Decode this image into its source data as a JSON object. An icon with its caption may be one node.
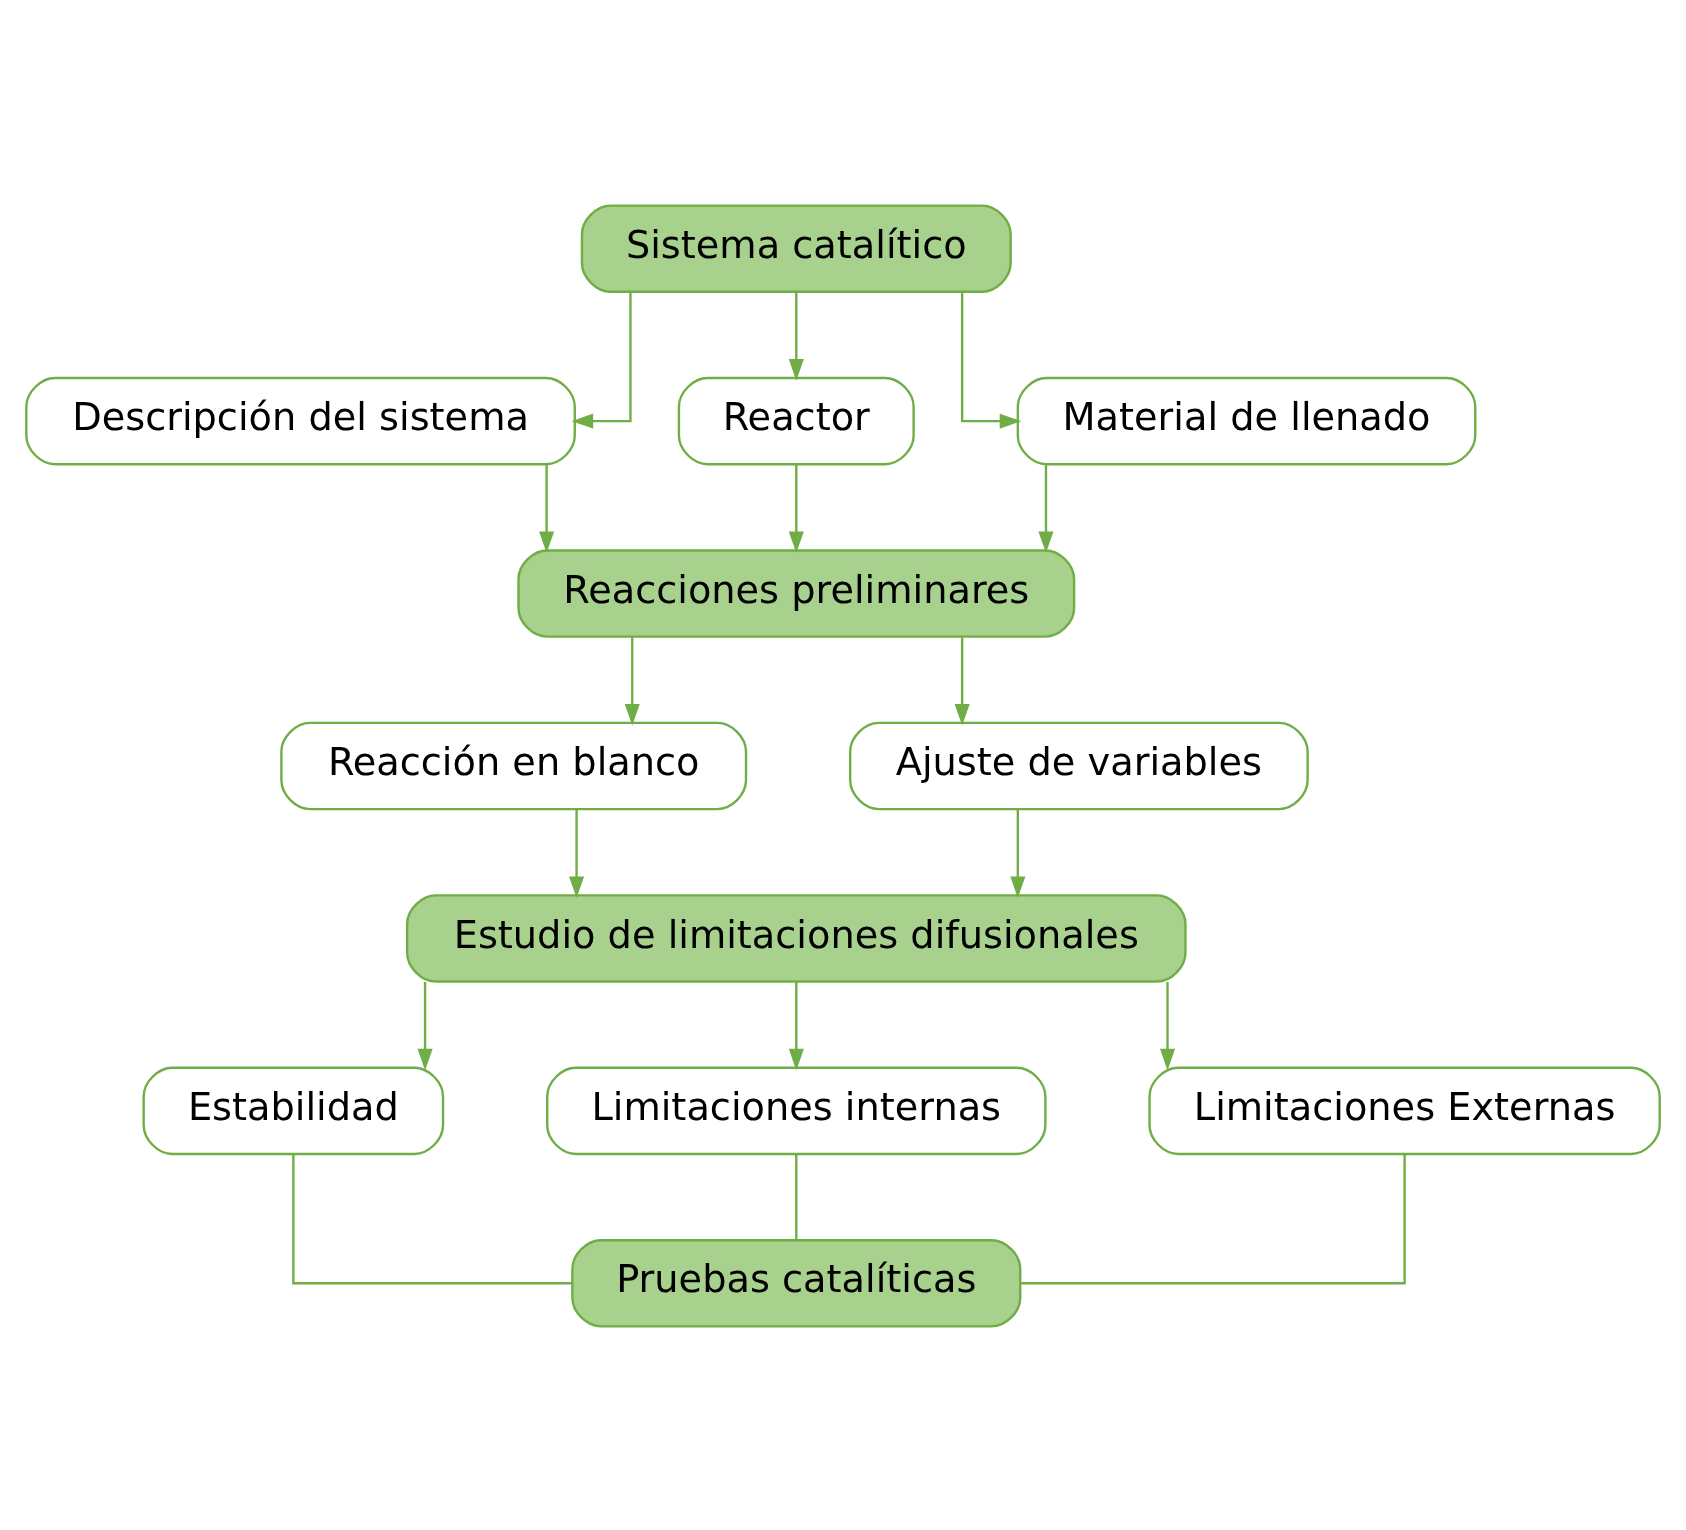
{
  "diagram": {
    "nodes": [
      {
        "text": [
          "Sistema catalítico"
        ]
      },
      {
        "text": [
          "Descripción del sistema"
        ]
      },
      {
        "text": [
          "Reactor"
        ]
      },
      {
        "text": [
          "Material de llenado"
        ]
      },
      {
        "text": [
          "Reacciones preliminares"
        ]
      },
      {
        "text": [
          "Reacción en blanco"
        ]
      },
      {
        "text": [
          "Ajuste de variables"
        ]
      },
      {
        "text": [
          "Estudio de limitaciones difusionales"
        ]
      },
      {
        "text": [
          "Estabilidad"
        ]
      },
      {
        "text": [
          "Limitaciones internas"
        ]
      },
      {
        "text": [
          "Limitaciones Externas"
        ]
      },
      {
        "text": [
          "Pruebas catalíticas"
        ]
      }
    ],
    "edges": [
      {
        "from": 0,
        "to": 1,
        "arrow": "to"
      },
      {
        "from": 0,
        "to": 2,
        "arrow": "to"
      },
      {
        "from": 0,
        "to": 3,
        "arrow": "to"
      },
      {
        "from": 1,
        "to": 4,
        "arrow": "to"
      },
      {
        "from": 2,
        "to": 4,
        "arrow": "to"
      },
      {
        "from": 3,
        "to": 4,
        "arrow": "to"
      },
      {
        "from": 4,
        "to": 5,
        "arrow": "to"
      },
      {
        "from": 4,
        "to": 6,
        "arrow": "to"
      },
      {
        "from": 5,
        "to": 7,
        "arrow": "to"
      },
      {
        "from": 6,
        "to": 7,
        "arrow": "to"
      },
      {
        "from": 7,
        "to": 8,
        "arrow": "to"
      },
      {
        "from": 7,
        "to": 9,
        "arrow": "to"
      },
      {
        "from": 7,
        "to": 10,
        "arrow": "to"
      },
      {
        "from": 8,
        "to": 11,
        "arrow": "none"
      },
      {
        "from": 9,
        "to": 11,
        "arrow": "none"
      },
      {
        "from": 10,
        "to": 11,
        "arrow": "none"
      }
    ]
  }
}
